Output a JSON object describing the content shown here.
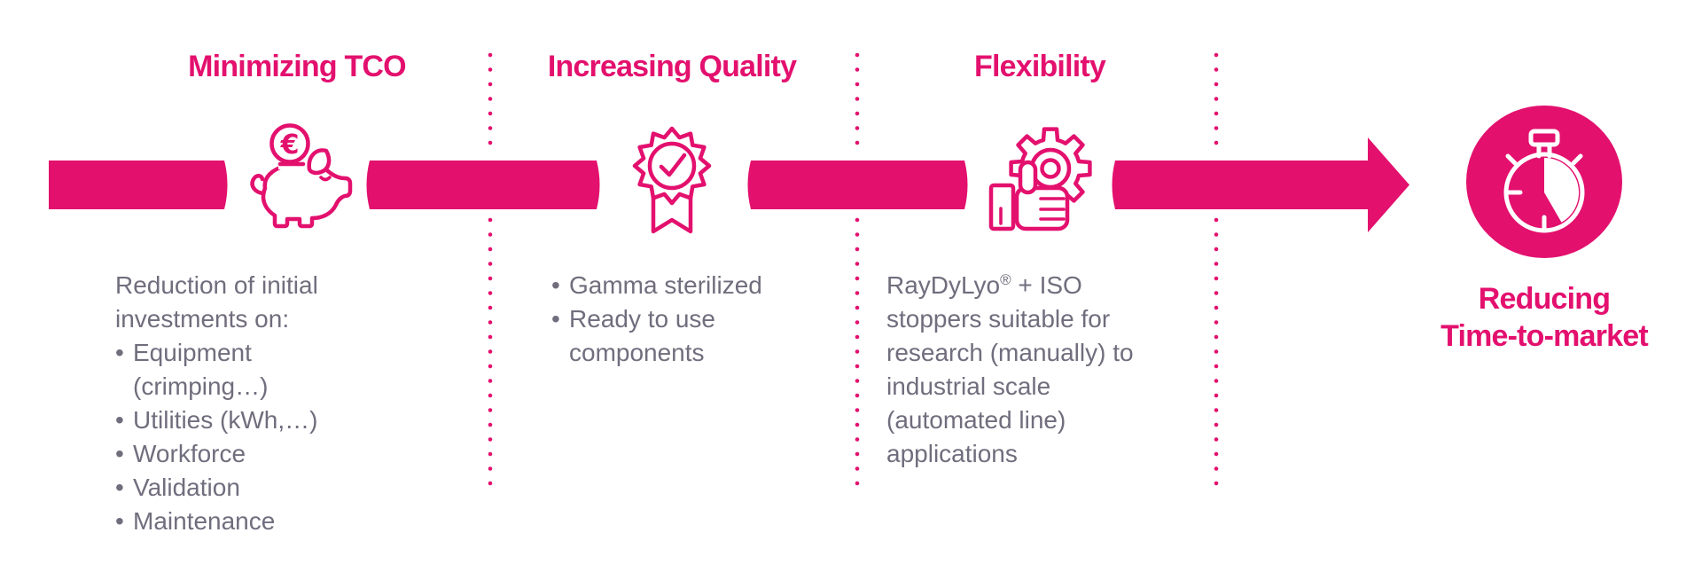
{
  "colors": {
    "accent_pink": "#E3106E",
    "body_text": "#716D7D",
    "background": "#FFFFFF"
  },
  "bullet_char": "•",
  "steps": [
    {
      "title": "Minimizing TCO",
      "icon": "piggy-bank-euro-icon",
      "coin_symbol": "€",
      "intro": "Reduction of initial investments on:",
      "bullets": [
        "Equipment (crimping…)",
        "Utilities (kWh,…)",
        "Workforce",
        "Validation",
        "Maintenance"
      ]
    },
    {
      "title": "Increasing Quality",
      "icon": "quality-rosette-check-icon",
      "bullets": [
        "Gamma sterilized",
        "Ready to use components"
      ]
    },
    {
      "title": "Flexibility",
      "icon": "gear-thumbs-up-icon",
      "brand": "RayDyLyo",
      "registered_mark": "®",
      "description_rest": " + ISO stoppers suitable for research (manually) to industrial scale (automated line) applications"
    }
  ],
  "result": {
    "title_line1": "Reducing",
    "title_line2": "Time-to-market",
    "icon": "stopwatch-icon"
  }
}
